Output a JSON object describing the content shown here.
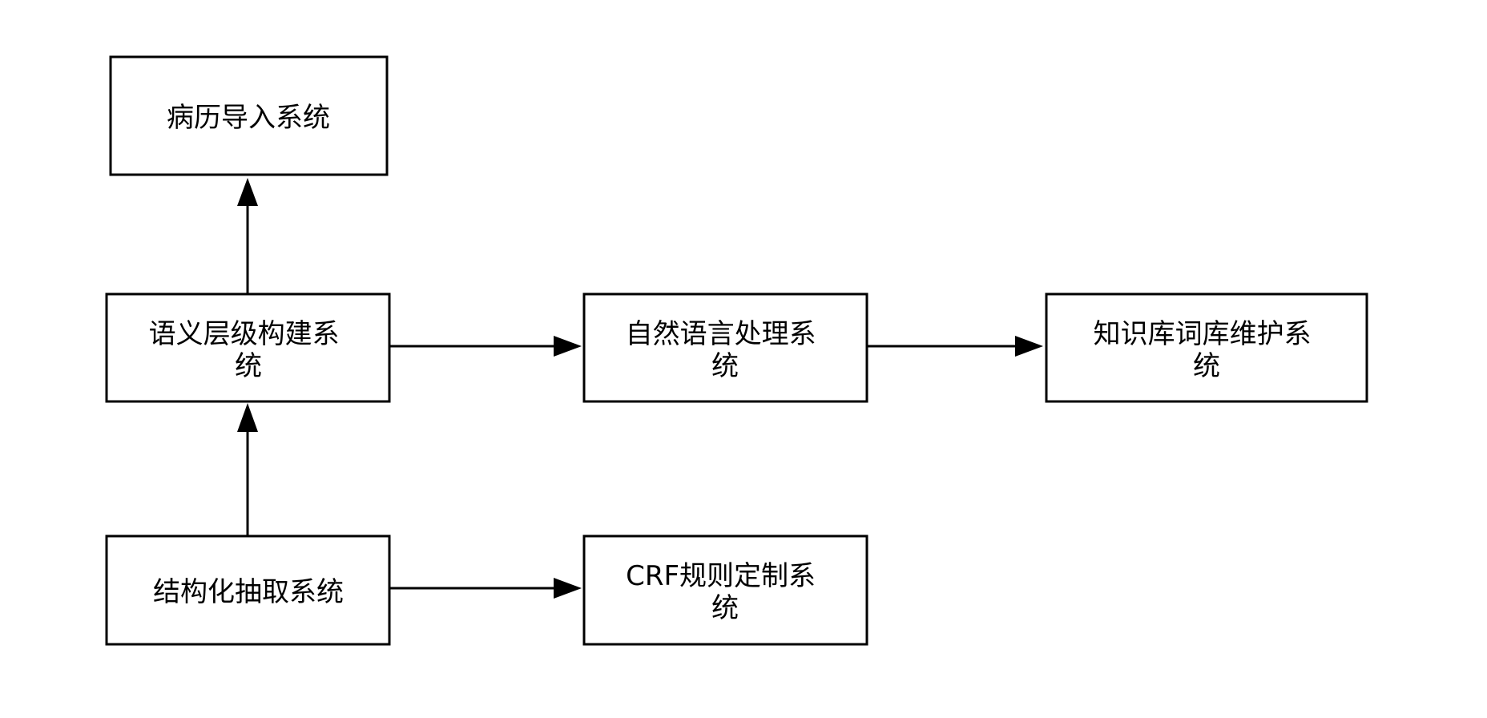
{
  "diagram": {
    "nodes": {
      "record_import": {
        "lines": [
          "病历导入系统"
        ]
      },
      "semantic_hierarchy": {
        "lines": [
          "语义层级构建系",
          "统"
        ]
      },
      "nlp": {
        "lines": [
          "自然语言处理系",
          "统"
        ]
      },
      "kb_maintenance": {
        "lines": [
          "知识库词库维护系",
          "统"
        ]
      },
      "structured_extraction": {
        "lines": [
          "结构化抽取系统"
        ]
      },
      "crf_rules": {
        "lines": [
          "CRF规则定制系",
          "统"
        ]
      }
    },
    "edges": [
      {
        "from": "semantic_hierarchy",
        "to": "record_import"
      },
      {
        "from": "semantic_hierarchy",
        "to": "nlp"
      },
      {
        "from": "nlp",
        "to": "kb_maintenance"
      },
      {
        "from": "structured_extraction",
        "to": "semantic_hierarchy"
      },
      {
        "from": "structured_extraction",
        "to": "crf_rules"
      }
    ]
  }
}
